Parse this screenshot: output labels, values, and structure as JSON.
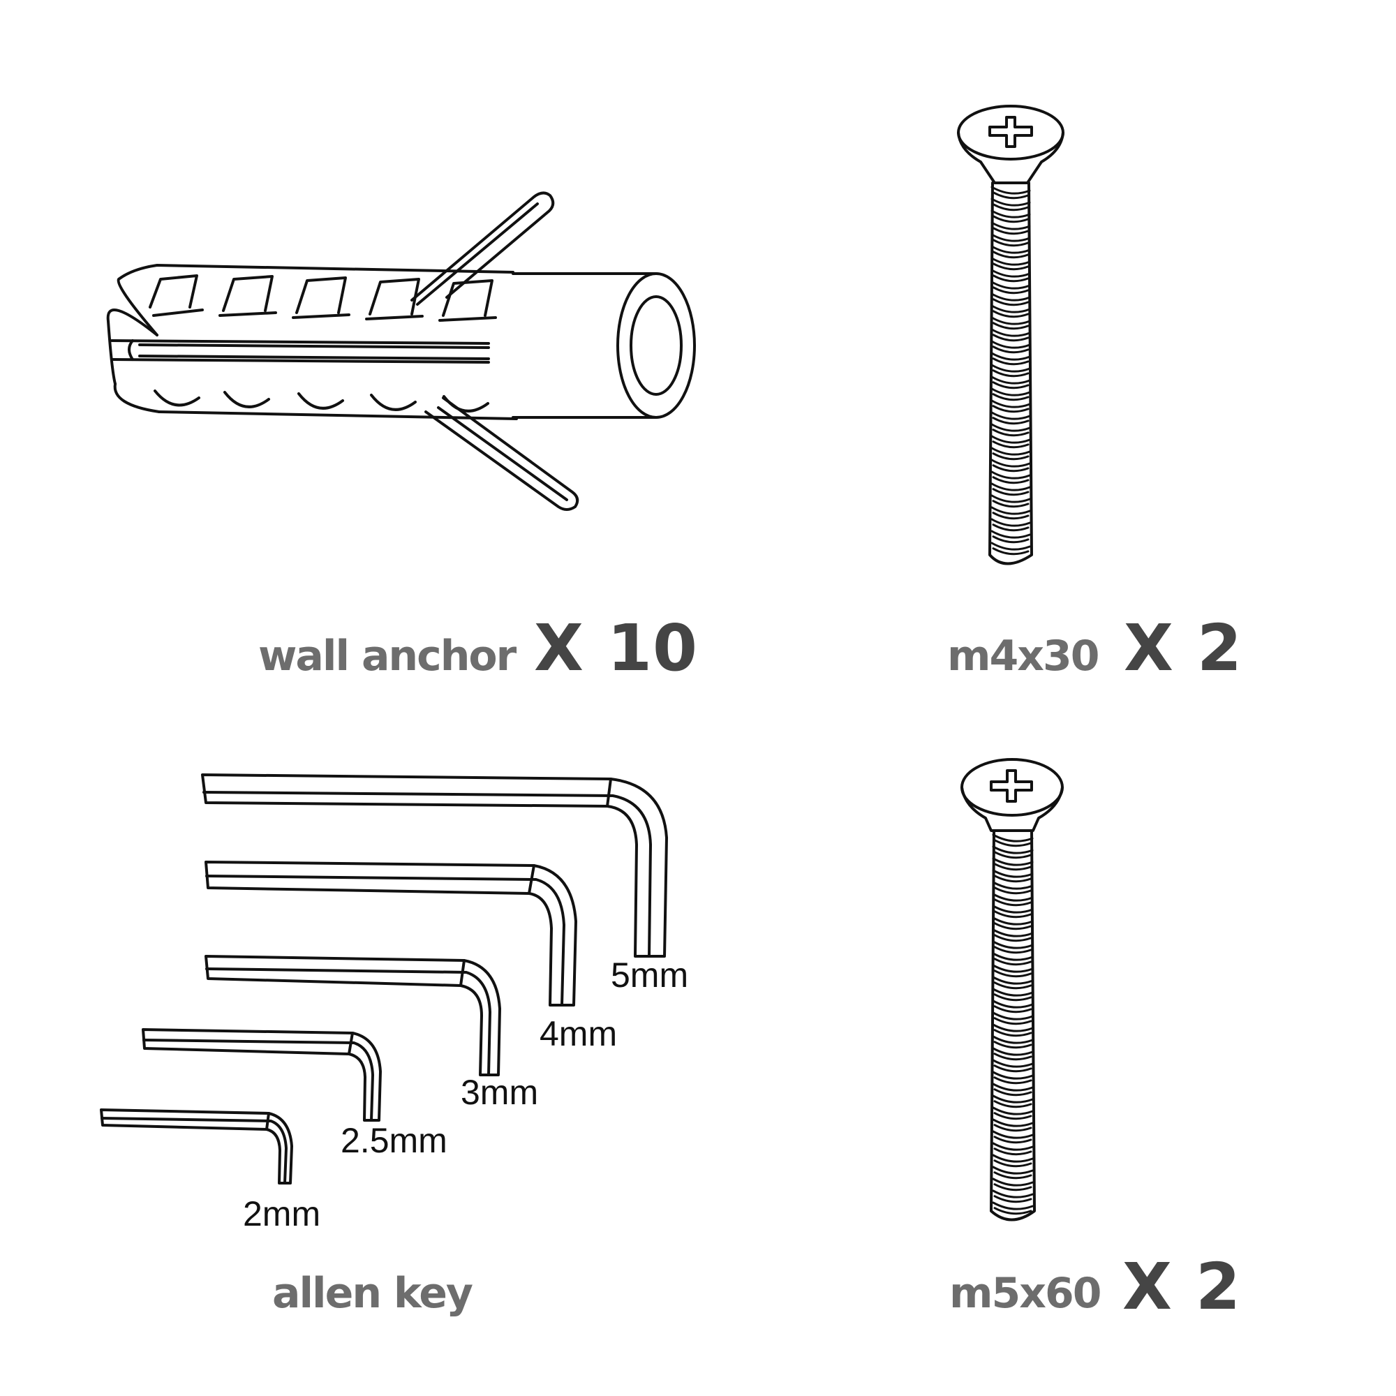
{
  "parts": {
    "wall_anchor": {
      "name": "wall anchor",
      "qty": "X 10"
    },
    "screw_m4": {
      "name": "m4x30",
      "qty": "X 2"
    },
    "screw_m5": {
      "name": "m5x60",
      "qty": "X 2"
    },
    "allen_key": {
      "name": "allen key",
      "sizes": [
        "5mm",
        "4mm",
        "3mm",
        "2.5mm",
        "2mm"
      ]
    }
  },
  "colors": {
    "line": "#111111",
    "name_text": "#6d6d6d",
    "qty_text": "#454545",
    "background": "#ffffff"
  }
}
